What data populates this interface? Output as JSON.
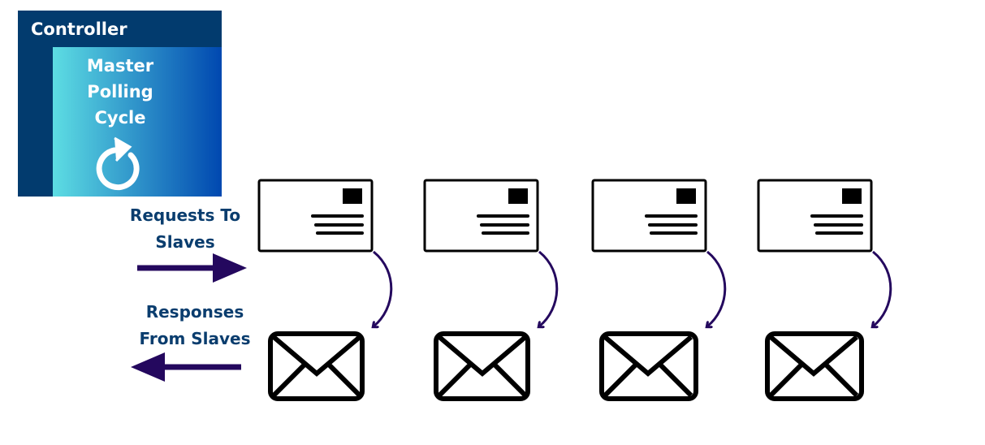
{
  "controller": {
    "title": "Controller"
  },
  "cycle": {
    "lines": [
      "Master",
      "Polling",
      "Cycle"
    ],
    "icon": "refresh-icon"
  },
  "requests": {
    "lines": [
      "Requests To",
      "Slaves"
    ]
  },
  "responses": {
    "lines": [
      "Responses",
      "From Slaves"
    ]
  },
  "slaves": [
    {
      "id": 1
    },
    {
      "id": 2
    },
    {
      "id": 3
    },
    {
      "id": 4
    }
  ],
  "colors": {
    "controller": "#023b6e",
    "text": "#0a3d6e",
    "arrow": "#24085e",
    "grad_light": "#5ddde3",
    "grad_dark": "#0048b0",
    "bus_purple": "#c86ee0",
    "bus_blue": "#0a4aaa"
  }
}
